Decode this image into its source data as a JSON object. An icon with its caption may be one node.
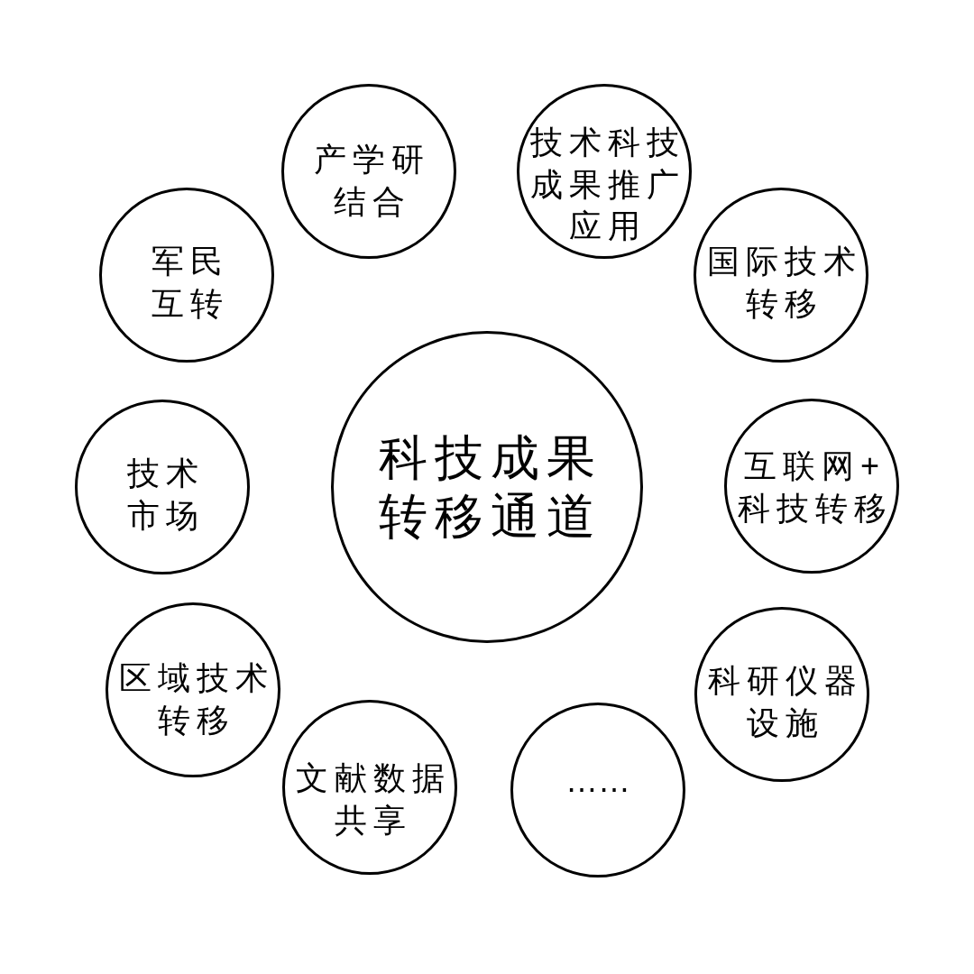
{
  "diagram": {
    "nodes": [
      {
        "text": [
          "科技成果转移通道"
        ]
      },
      {
        "text": [
          "产学研结合"
        ]
      },
      {
        "text": [
          "技术科技成果推广应用"
        ]
      },
      {
        "text": [
          "军民互转"
        ]
      },
      {
        "text": [
          "国际技术转移"
        ]
      },
      {
        "text": [
          "技术市场"
        ]
      },
      {
        "text": [
          "互联网+科技转移"
        ]
      },
      {
        "text": [
          "区域技术转移"
        ]
      },
      {
        "text": [
          "科研仪器设施"
        ]
      },
      {
        "text": [
          "文献数据共享"
        ]
      },
      {
        "text": [
          "……"
        ]
      }
    ]
  }
}
